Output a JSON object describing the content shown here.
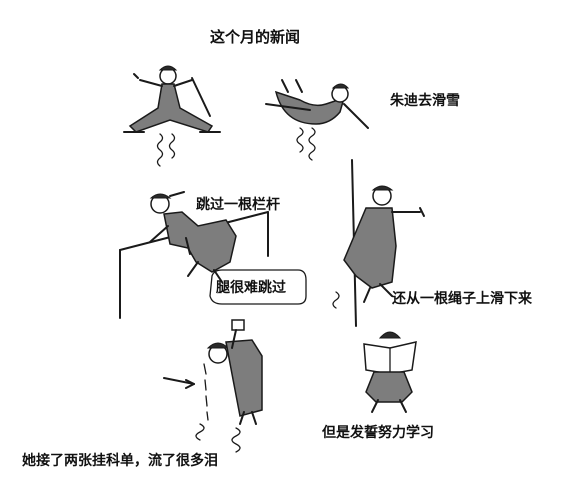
{
  "title": "这个月的新闻",
  "panels": {
    "ski": {
      "caption": "朱迪去滑雪"
    },
    "fence": {
      "caption": "跳过一根栏杆",
      "speech": "腿很难跳过"
    },
    "rope": {
      "caption": "还从一根绳子上滑下来"
    },
    "tears": {
      "caption": "她接了两张挂科单，流了很多泪"
    },
    "study": {
      "caption": "但是发誓努力学习"
    }
  }
}
